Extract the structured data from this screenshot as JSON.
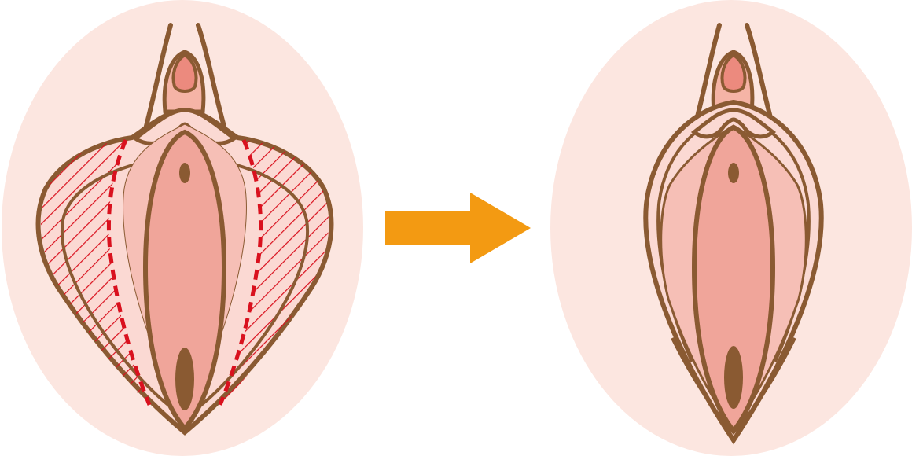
{
  "diagram": {
    "panels": [
      {
        "state": "before",
        "shows_resection_hatching": true
      },
      {
        "state": "after",
        "shows_resection_hatching": false
      }
    ],
    "arrow": {
      "direction": "right"
    }
  },
  "colors": {
    "background_ellipse": "#fce6e0",
    "outline": "#8a5a32",
    "outer_fill": "#fbd9d3",
    "inner_fill": "#f6bfb6",
    "core_fill": "#f0a59a",
    "top_fill": "#f5b4a6",
    "tip_fill": "#ec8a7e",
    "dot_fill": "#8a5a32",
    "cut_line": "#d9111e",
    "hatch": "#d9111e",
    "arrow": "#f39a12"
  }
}
